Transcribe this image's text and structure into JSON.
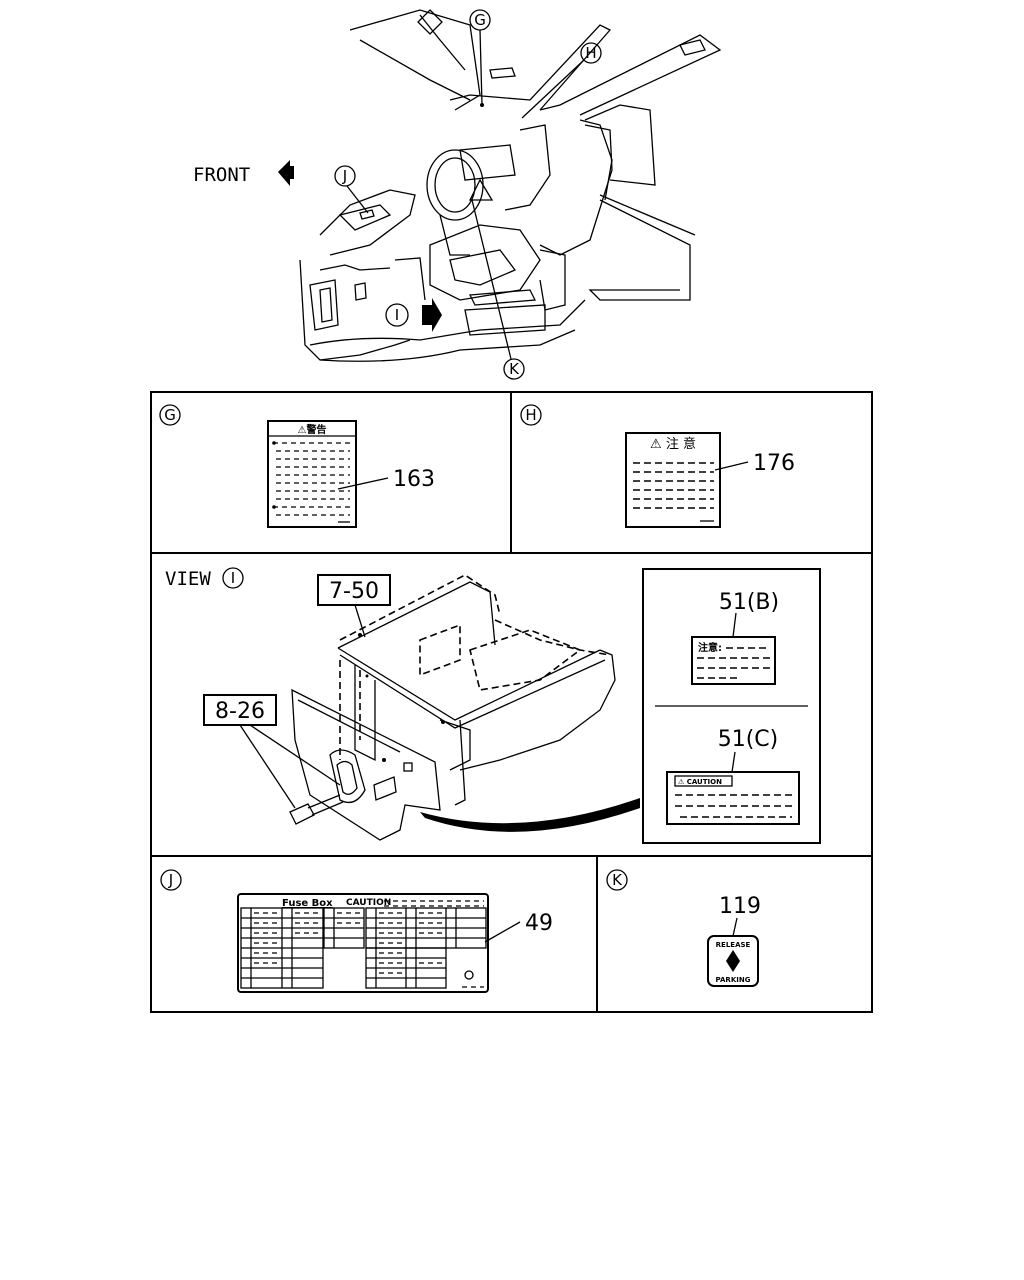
{
  "overview": {
    "front_label": "FRONT",
    "callouts": {
      "G": "G",
      "H": "H",
      "I": "I",
      "J": "J",
      "K": "K"
    }
  },
  "panel_g": {
    "letter": "G",
    "part_number": "163",
    "label_title": "⚠警告"
  },
  "panel_h": {
    "letter": "H",
    "part_number": "176",
    "label_title": "⚠ 注 意"
  },
  "panel_view_i": {
    "view_label": "VIEW",
    "letter": "I",
    "ref_a": "7-50",
    "ref_b": "8-26",
    "part_b": "51(B)",
    "part_b_title": "注意:",
    "part_c": "51(C)",
    "part_c_title": "⚠ CAUTION"
  },
  "panel_j": {
    "letter": "J",
    "part_number": "49",
    "label_title": "Fuse Box",
    "label_caution": "CAUTION"
  },
  "panel_k": {
    "letter": "K",
    "part_number": "119",
    "label_top": "RELEASE",
    "label_bottom": "PARKING"
  }
}
